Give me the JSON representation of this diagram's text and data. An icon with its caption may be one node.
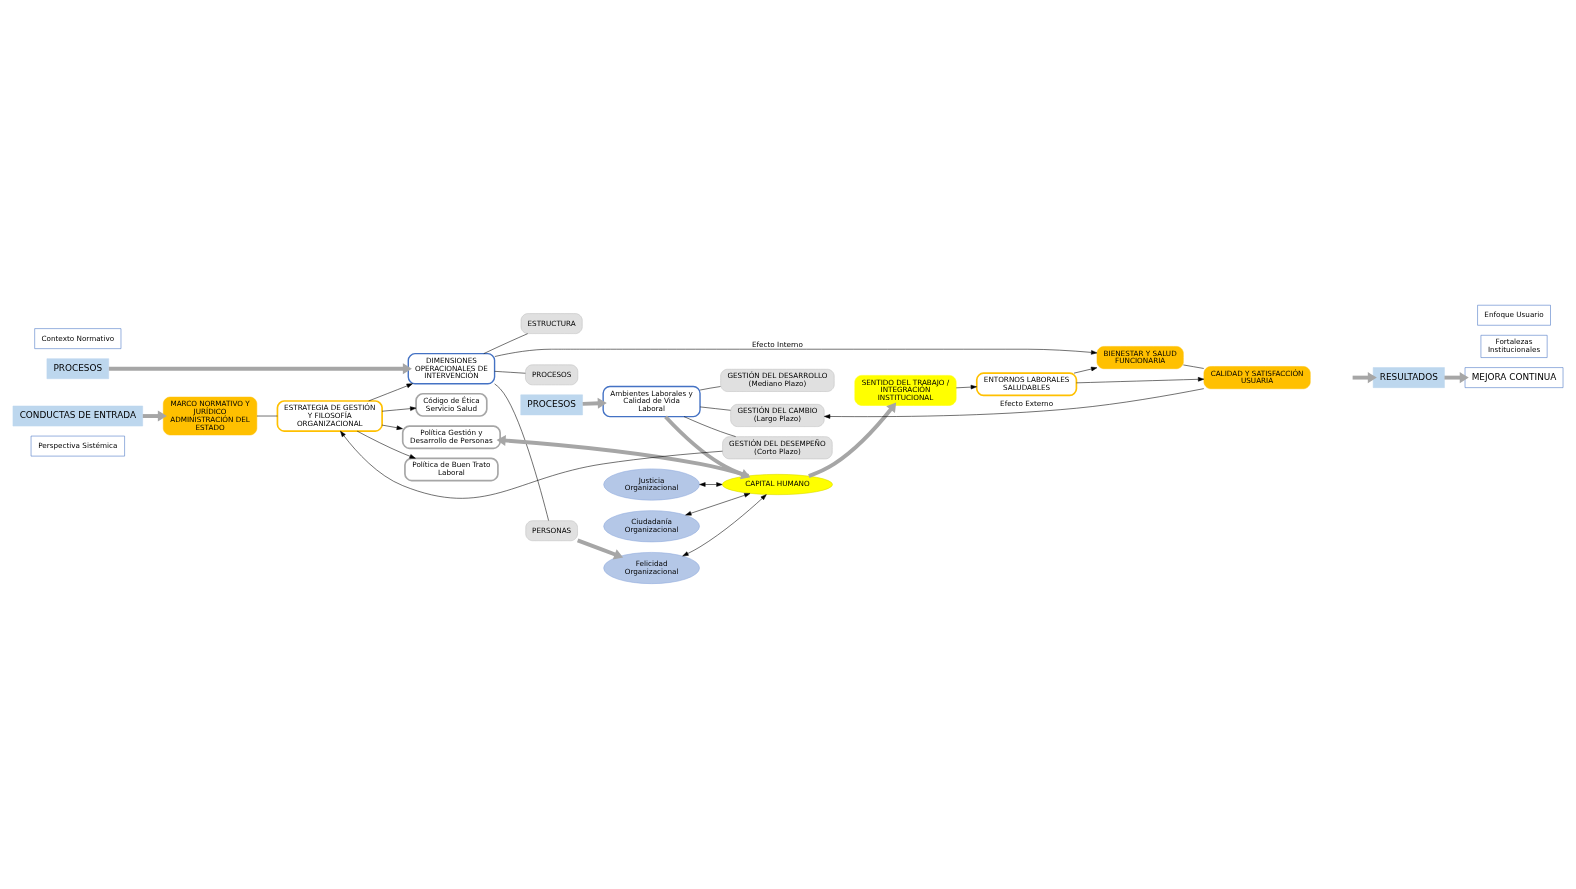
{
  "diagram": {
    "nodes": [
      {
        "text": [
          "Perspectiva Sistémica"
        ]
      },
      {
        "text": [
          "PROCESOS"
        ]
      },
      {
        "text": [
          "Fortalezas Institucionales"
        ]
      },
      {
        "text": [
          "CONDUCTAS DE ENTRADA"
        ]
      },
      {
        "text": [
          "MARCO NORMATIVO Y JURÍDICO ADMINISTRACIÓN DEL ESTADO"
        ]
      },
      {
        "text": [
          "ESTRATEGIA DE GESTIÓN Y FILOSOFÍA ORGANIZACIONAL"
        ]
      },
      {
        "text": [
          "Código de Ética Servicio Salud"
        ]
      },
      {
        "text": [
          "Política Gestión y Desarrollo de Personas"
        ]
      },
      {
        "text": [
          "Política de Buen Trato Laboral"
        ]
      },
      {
        "text": [
          "DIMENSIONES OPERACIONALES DE INTERVENCIÓN"
        ]
      },
      {
        "text": [
          "PROCESOS"
        ]
      },
      {
        "text": [
          "PERSONAS"
        ]
      },
      {
        "text": [
          "ESTRUCTURA"
        ]
      },
      {
        "text": [
          "Justicia Organizacional"
        ]
      },
      {
        "text": [
          "Felicidad Organizacional"
        ]
      },
      {
        "text": [
          "Ciudadanía Organizacional"
        ]
      },
      {
        "text": [
          "CAPITAL HUMANO"
        ]
      },
      {
        "text": [
          "Ambientes Laborales y Calidad de Vida Laboral"
        ]
      },
      {
        "text": [
          "GESTIÓN DEL DESEMPEÑO",
          "(Corto Plazo)"
        ]
      },
      {
        "text": [
          "GESTIÓN DEL DESARROLLO",
          "(Mediano Plazo)"
        ]
      },
      {
        "text": [
          "GESTIÓN DEL CAMBIO",
          "(Largo Plazo)"
        ]
      },
      {
        "text": [
          "SENTIDO DEL TRABAJO / INTEGRACIÓN INSTITUCIONAL"
        ]
      },
      {
        "text": [
          "ENTORNOS LABORALES SALUDABLES"
        ]
      },
      {
        "text": [
          "BIENESTAR Y SALUD FUNCIONARIA"
        ]
      },
      {
        "text": [
          "CALIDAD Y SATISFACCIÓN USUARIA"
        ]
      },
      {
        "text": [
          "RESULTADOS"
        ]
      },
      {
        "text": [
          "MEJORA CONTINUA"
        ]
      },
      {
        "text": [
          "Contexto Normativo"
        ]
      },
      {
        "text": [
          "PROCESOS"
        ]
      },
      {
        "text": [
          "Enfoque Usuario"
        ]
      }
    ],
    "edges": [
      {
        "from": 1,
        "to": 9,
        "arrow": "to",
        "style": "thick",
        "color": "#a6a6a6"
      },
      {
        "from": 3,
        "to": 4,
        "arrow": "to",
        "style": "thick",
        "color": "#a6a6a6"
      },
      {
        "from": 4,
        "to": 5,
        "arrow": "none"
      },
      {
        "from": 5,
        "to": 9,
        "arrow": "to"
      },
      {
        "from": 5,
        "to": 6,
        "arrow": "to"
      },
      {
        "from": 5,
        "to": 7,
        "arrow": "to"
      },
      {
        "from": 5,
        "to": 8,
        "arrow": "to"
      },
      {
        "from": 9,
        "to": 10,
        "arrow": "none"
      },
      {
        "from": 9,
        "to": 11,
        "arrow": "none"
      },
      {
        "from": 9,
        "to": 12,
        "arrow": "none"
      },
      {
        "from": 11,
        "to": 14,
        "arrow": "to",
        "style": "thick",
        "color": "#a6a6a6"
      },
      {
        "from": 13,
        "to": 16,
        "arrow": "both"
      },
      {
        "from": 14,
        "to": 16,
        "arrow": "both"
      },
      {
        "from": 15,
        "to": 16,
        "arrow": "both"
      },
      {
        "from": 16,
        "to": 7,
        "arrow": "to",
        "style": "thick",
        "color": "#a6a6a6"
      },
      {
        "from": 16,
        "to": 21,
        "arrow": "to",
        "style": "thick",
        "color": "#a6a6a6"
      },
      {
        "from": 17,
        "to": 16,
        "arrow": "to",
        "style": "thick",
        "color": "#a6a6a6"
      },
      {
        "from": 17,
        "to": 18,
        "arrow": "none"
      },
      {
        "from": 17,
        "to": 19,
        "arrow": "none"
      },
      {
        "from": 17,
        "to": 20,
        "arrow": "none"
      },
      {
        "from": 18,
        "to": 5,
        "arrow": "to"
      },
      {
        "from": 28,
        "to": 17,
        "arrow": "to",
        "style": "thick",
        "color": "#a6a6a6"
      },
      {
        "from": 9,
        "to": 23,
        "arrow": "to",
        "label": "Efecto Interno"
      },
      {
        "from": 24,
        "to": 20,
        "arrow": "to",
        "label": "Efecto Externo"
      },
      {
        "from": 21,
        "to": 22,
        "arrow": "to"
      },
      {
        "from": 22,
        "to": 23,
        "arrow": "to"
      },
      {
        "from": 22,
        "to": 24,
        "arrow": "to"
      },
      {
        "from": 23,
        "to": 24,
        "arrow": "none"
      },
      {
        "from": null,
        "to": 25,
        "arrow": "to",
        "style": "thick",
        "color": "#a6a6a6"
      },
      {
        "from": 25,
        "to": 26,
        "arrow": "to",
        "style": "thick",
        "color": "#a6a6a6"
      }
    ]
  }
}
